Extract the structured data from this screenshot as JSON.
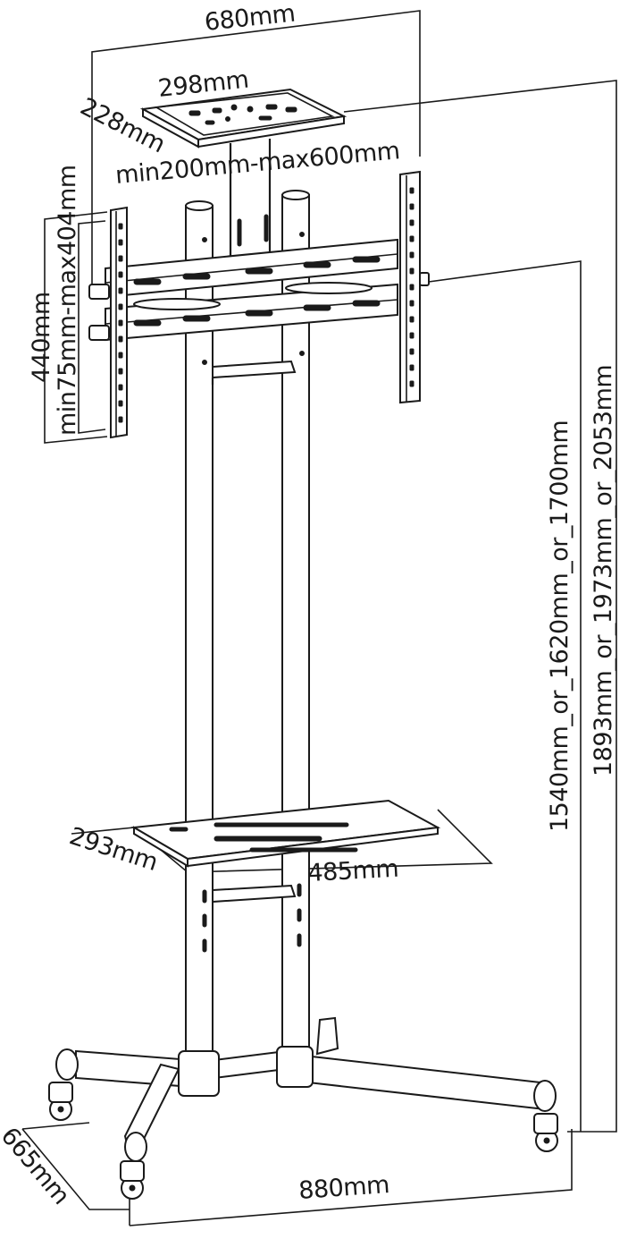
{
  "dimensions": {
    "overall_width": "680mm",
    "top_shelf_width": "298mm",
    "top_shelf_depth": "228mm",
    "vesa_horizontal": "min200mm-max600mm",
    "bracket_height": "440mm",
    "vesa_vertical": "min75mm-max404mm",
    "middle_height": "1540mm_or_1620mm_or_1700mm",
    "total_height": "1893mm_or_1973mm_or_2053mm",
    "lower_shelf_depth": "293mm",
    "lower_shelf_width": "485mm",
    "base_depth": "665mm",
    "base_width": "880mm"
  }
}
